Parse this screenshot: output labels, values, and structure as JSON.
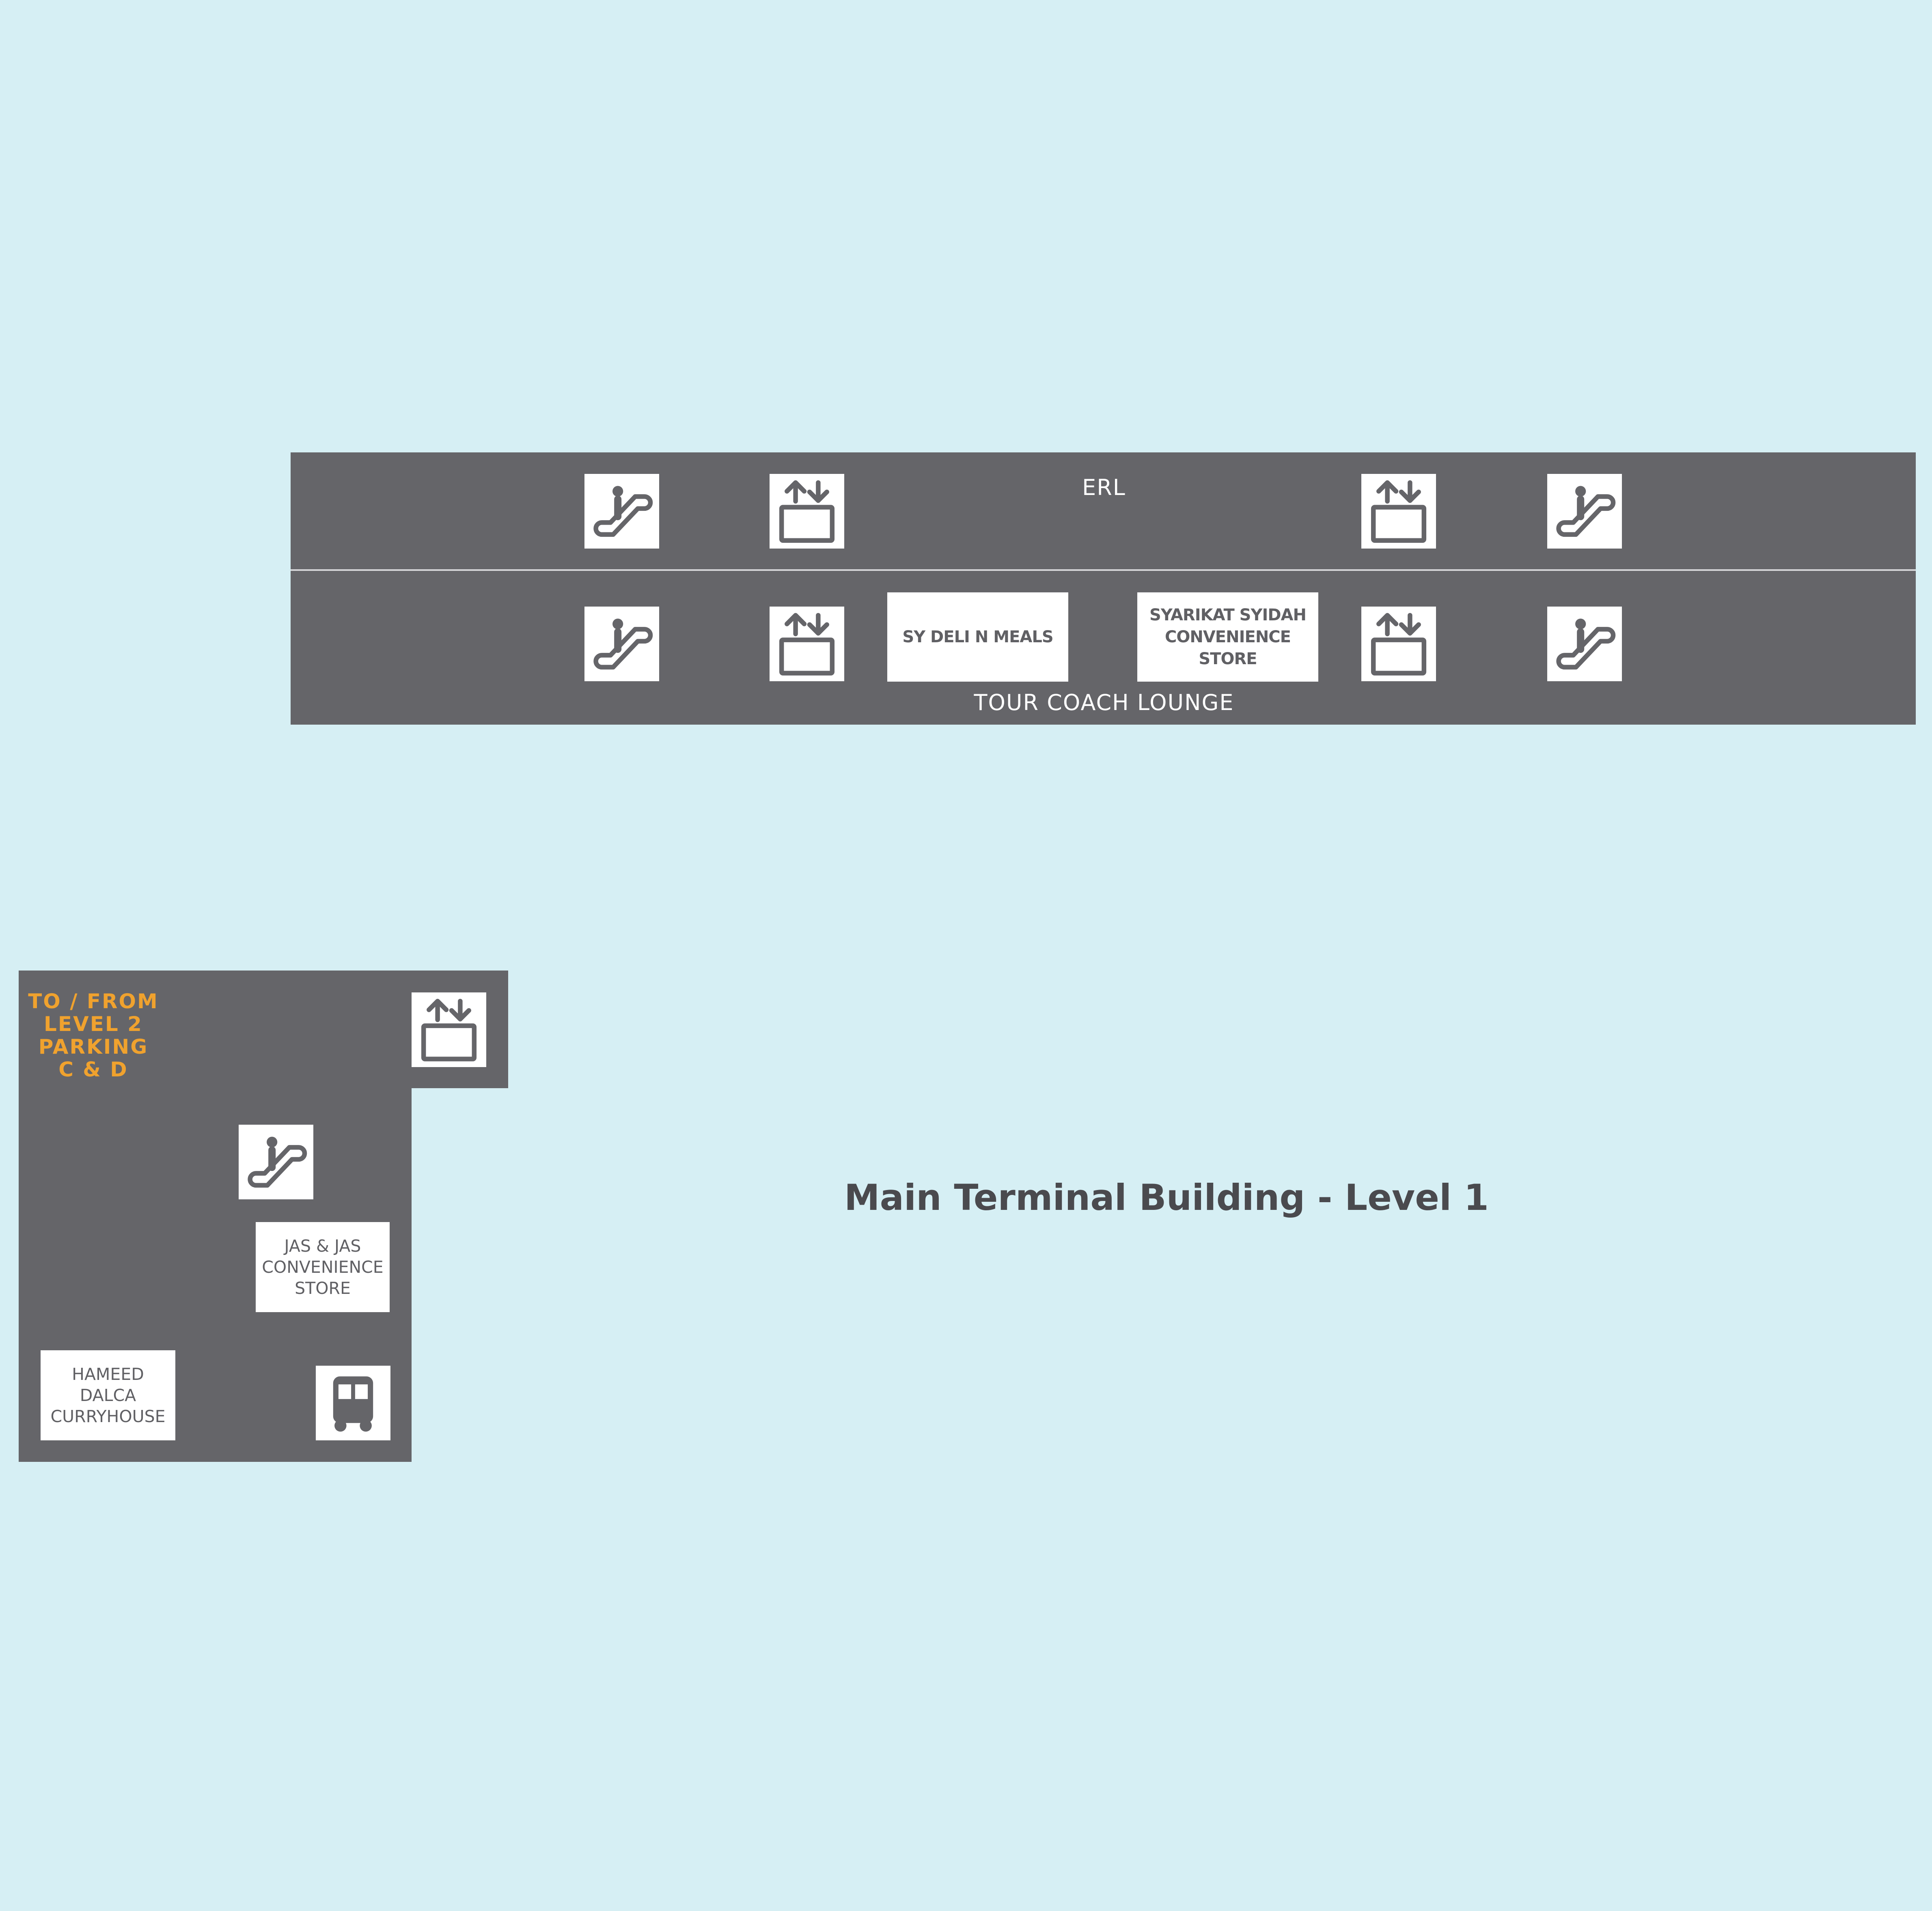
{
  "map": {
    "title": "Main Terminal Building - Level 1",
    "upper_block": {
      "top_band_label": "ERL",
      "bottom_band_label": "TOUR COACH LOUNGE",
      "shops": [
        {
          "name": "SY DELI N MEALS"
        },
        {
          "name": "SYARIKAT SYIDAH\nCONVENIENCE STORE"
        }
      ]
    },
    "lower_block": {
      "parking_label": "TO / FROM\nLEVEL 2\nPARKING\nC & D",
      "shops": [
        {
          "name": "JAS & JAS\nCONVENIENCE\nSTORE"
        },
        {
          "name": "HAMEED\nDALCA\nCURRYHOUSE"
        }
      ]
    },
    "icons": {
      "escalator": "escalator-icon",
      "lift": "lift-icon",
      "bus": "bus-icon"
    },
    "colors": {
      "background": "#d6eff4",
      "building": "#656569",
      "accent": "#f0a22e",
      "icon": "#656569",
      "title": "#4a4a4e"
    }
  }
}
